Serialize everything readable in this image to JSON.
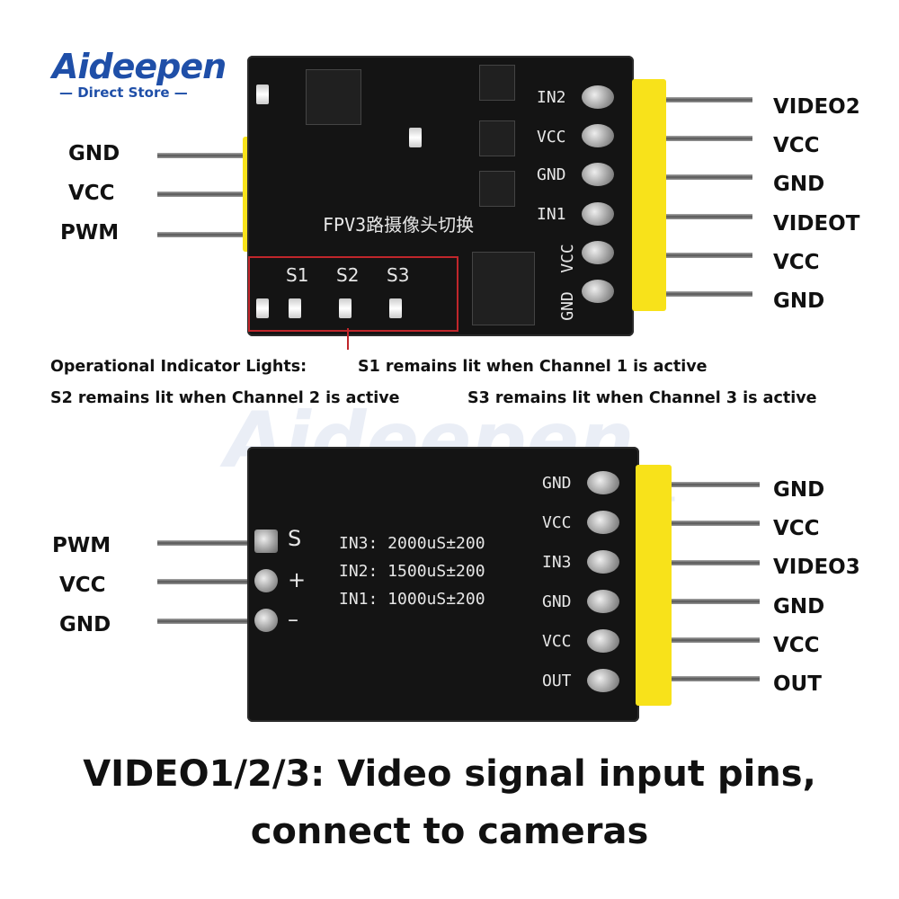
{
  "logo": {
    "brand": "Aideepen",
    "sub": "— Direct Store —"
  },
  "board1": {
    "silk_title": "FPV3路摄像头切换",
    "silk_pins": [
      "IN2",
      "VCC",
      "GND",
      "IN1",
      "VCC",
      "GND"
    ],
    "silk_leds": [
      "S1",
      "S2",
      "S3"
    ],
    "left_labels": [
      "GND",
      "VCC",
      "PWM"
    ],
    "right_labels": [
      "VIDEO2",
      "VCC",
      "GND",
      "VIDEOT",
      "VCC",
      "GND"
    ]
  },
  "notes": {
    "line1a": "Operational Indicator Lights:",
    "line1b": "S1 remains lit when Channel 1 is active",
    "line2a": "S2 remains lit when Channel 2 is active",
    "line2b": "S3 remains lit when Channel 3 is active"
  },
  "board2": {
    "silk_pins": [
      "GND",
      "VCC",
      "IN3",
      "GND",
      "VCC",
      "OUT"
    ],
    "silk_left": [
      "S",
      "+",
      "–"
    ],
    "silk_lines": [
      "IN3: 2000uS±200",
      "IN2: 1500uS±200",
      "IN1: 1000uS±200"
    ],
    "left_labels": [
      "PWM",
      "VCC",
      "GND"
    ],
    "right_labels": [
      "GND",
      "VCC",
      "VIDEO3",
      "GND",
      "VCC",
      "OUT"
    ]
  },
  "caption": {
    "line1": "VIDEO1/2/3: Video signal input pins,",
    "line2": "connect to cameras"
  }
}
